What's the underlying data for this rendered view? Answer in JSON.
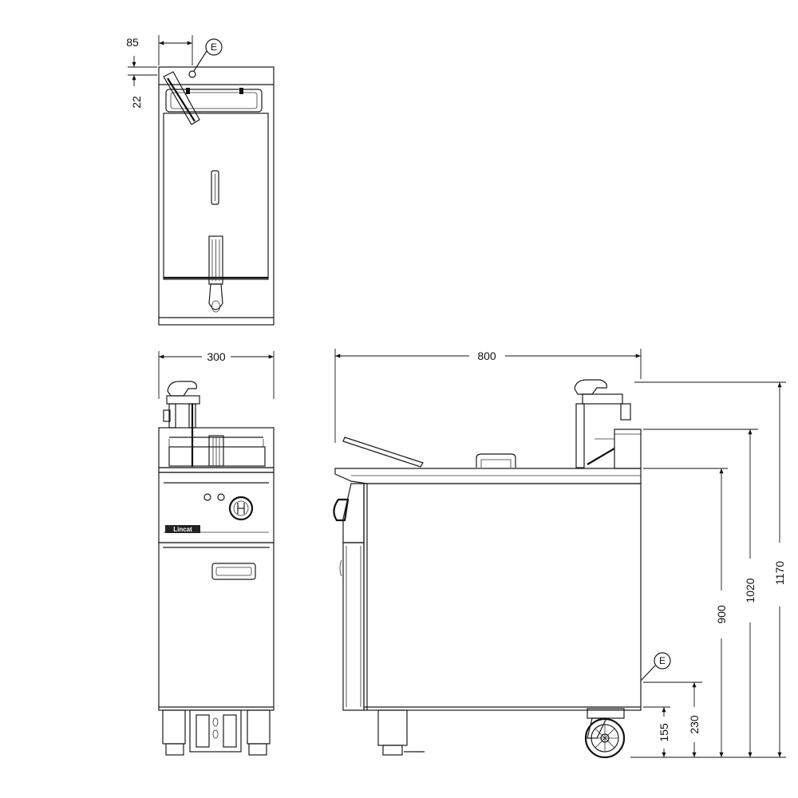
{
  "dimensions": {
    "top_width_offset": "85",
    "top_depth_offset": "22",
    "front_width": "300",
    "side_depth": "800",
    "height_total": "1170",
    "height_flue": "1020",
    "height_worktop": "900",
    "height_outlet_upper": "230",
    "height_outlet_lower": "155"
  },
  "callouts": {
    "top_view": "E",
    "side_view": "E"
  },
  "brand_plate": "Lincat"
}
